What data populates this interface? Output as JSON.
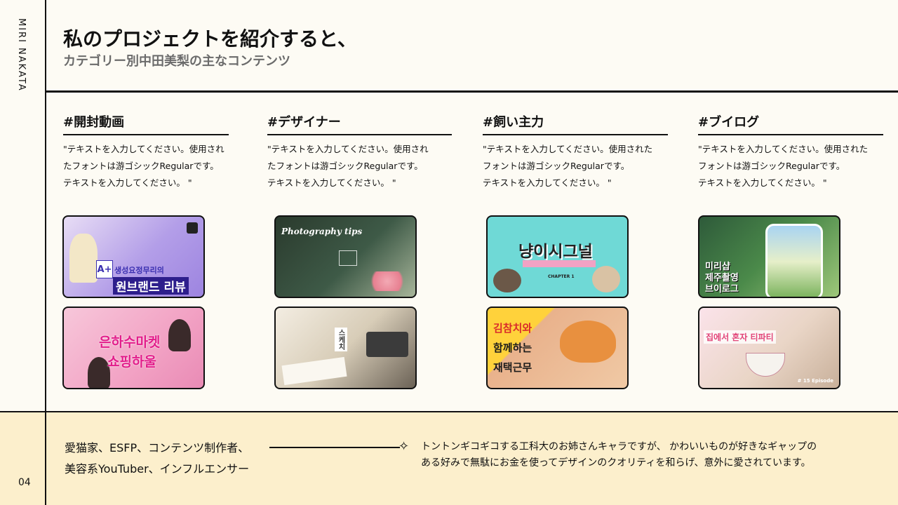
{
  "side_label": "MIRI NAKATA",
  "page_number": "04",
  "header": {
    "title": "私のプロジェクトを紹介すると、",
    "subtitle": "カテゴリー別中田美梨の主なコンテンツ"
  },
  "categories": [
    {
      "title": "#開封動画",
      "desc_lines": [
        "\"テキストを入力してください。使用され",
        "たフォントは游ゴシックRegularです。",
        "テキストを入力してください。 \""
      ]
    },
    {
      "title": "#デザイナー",
      "desc_lines": [
        "\"テキストを入力してください。使用され",
        "たフォントは游ゴシックRegularです。",
        "テキストを入力してください。 \""
      ]
    },
    {
      "title": "#飼い主力",
      "desc_lines": [
        "\"テキストを入力してください。使用された",
        "フォントは游ゴシックRegularです。",
        "テキストを入力してください。 \""
      ]
    },
    {
      "title": "#ブイログ",
      "desc_lines": [
        "\"テキストを入力してください。使用された",
        "フォントは游ゴシックRegularです。",
        "テキストを入力してください。 \""
      ]
    }
  ],
  "thumbnails": {
    "t1": {
      "main": "원브랜드 리뷰",
      "sub": "생성요정무리의",
      "grade": "A+"
    },
    "t2": {
      "main": "은하수마켓",
      "sub": "쇼핑하울"
    },
    "t3": {
      "main": "Photography tips"
    },
    "t4": {
      "main": "스케치"
    },
    "t5": {
      "main": "냥이시그널",
      "sub": "CHAPTER 1"
    },
    "t6": {
      "main": "김참치와",
      "sub": "함께하는",
      "sub2": "재택근무"
    },
    "t7": {
      "main": "미리샵",
      "sub": "제주촬영",
      "sub2": "브이로그"
    },
    "t8": {
      "main": "집에서 혼자 티파티",
      "sub": "# 15 Episode"
    }
  },
  "footer": {
    "left_line1": "愛猫家、ESFP、コンテンツ制作者、",
    "left_line2": "美容系YouTuber、インフルエンサー",
    "right_line1": "トントンギコギコする工科大のお姉さんキャラですが、 かわいいものが好きなギャップの",
    "right_line2": "ある好みで無駄にお金を使ってデザインのクオリティを和らげ、意外に愛されています。"
  }
}
